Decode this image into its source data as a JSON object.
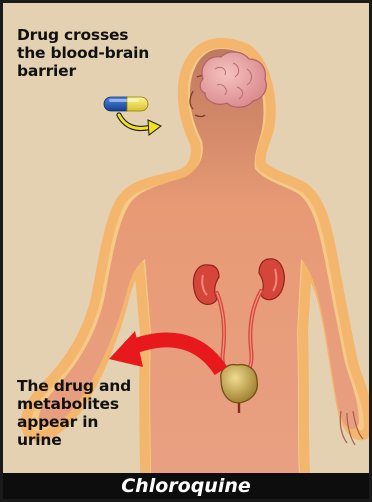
{
  "annotation_top": [
    "Drug crosses",
    "the blood-brain",
    "barrier"
  ],
  "annotation_bottom": [
    "The drug and",
    "metabolites",
    "appear in",
    "urine"
  ],
  "caption": "Chloroquine",
  "icons": {
    "capsule": "capsule-icon",
    "yellow_arrow": "curved-arrow-icon",
    "red_arrow": "curved-arrow-icon"
  },
  "colors": {
    "background": "#e4d1b2",
    "body_fill": "#e79a74",
    "body_glow": "#f7c98a",
    "brain": "#e8a6a4",
    "kidney": "#d6453a",
    "bladder": "#c9a640",
    "arrow_red": "#e8191c",
    "arrow_yellow": "#f2e21a",
    "capsule_blue": "#1f55b4",
    "capsule_yellow": "#f1e64a",
    "caption_bar": "#0d0d0d"
  }
}
